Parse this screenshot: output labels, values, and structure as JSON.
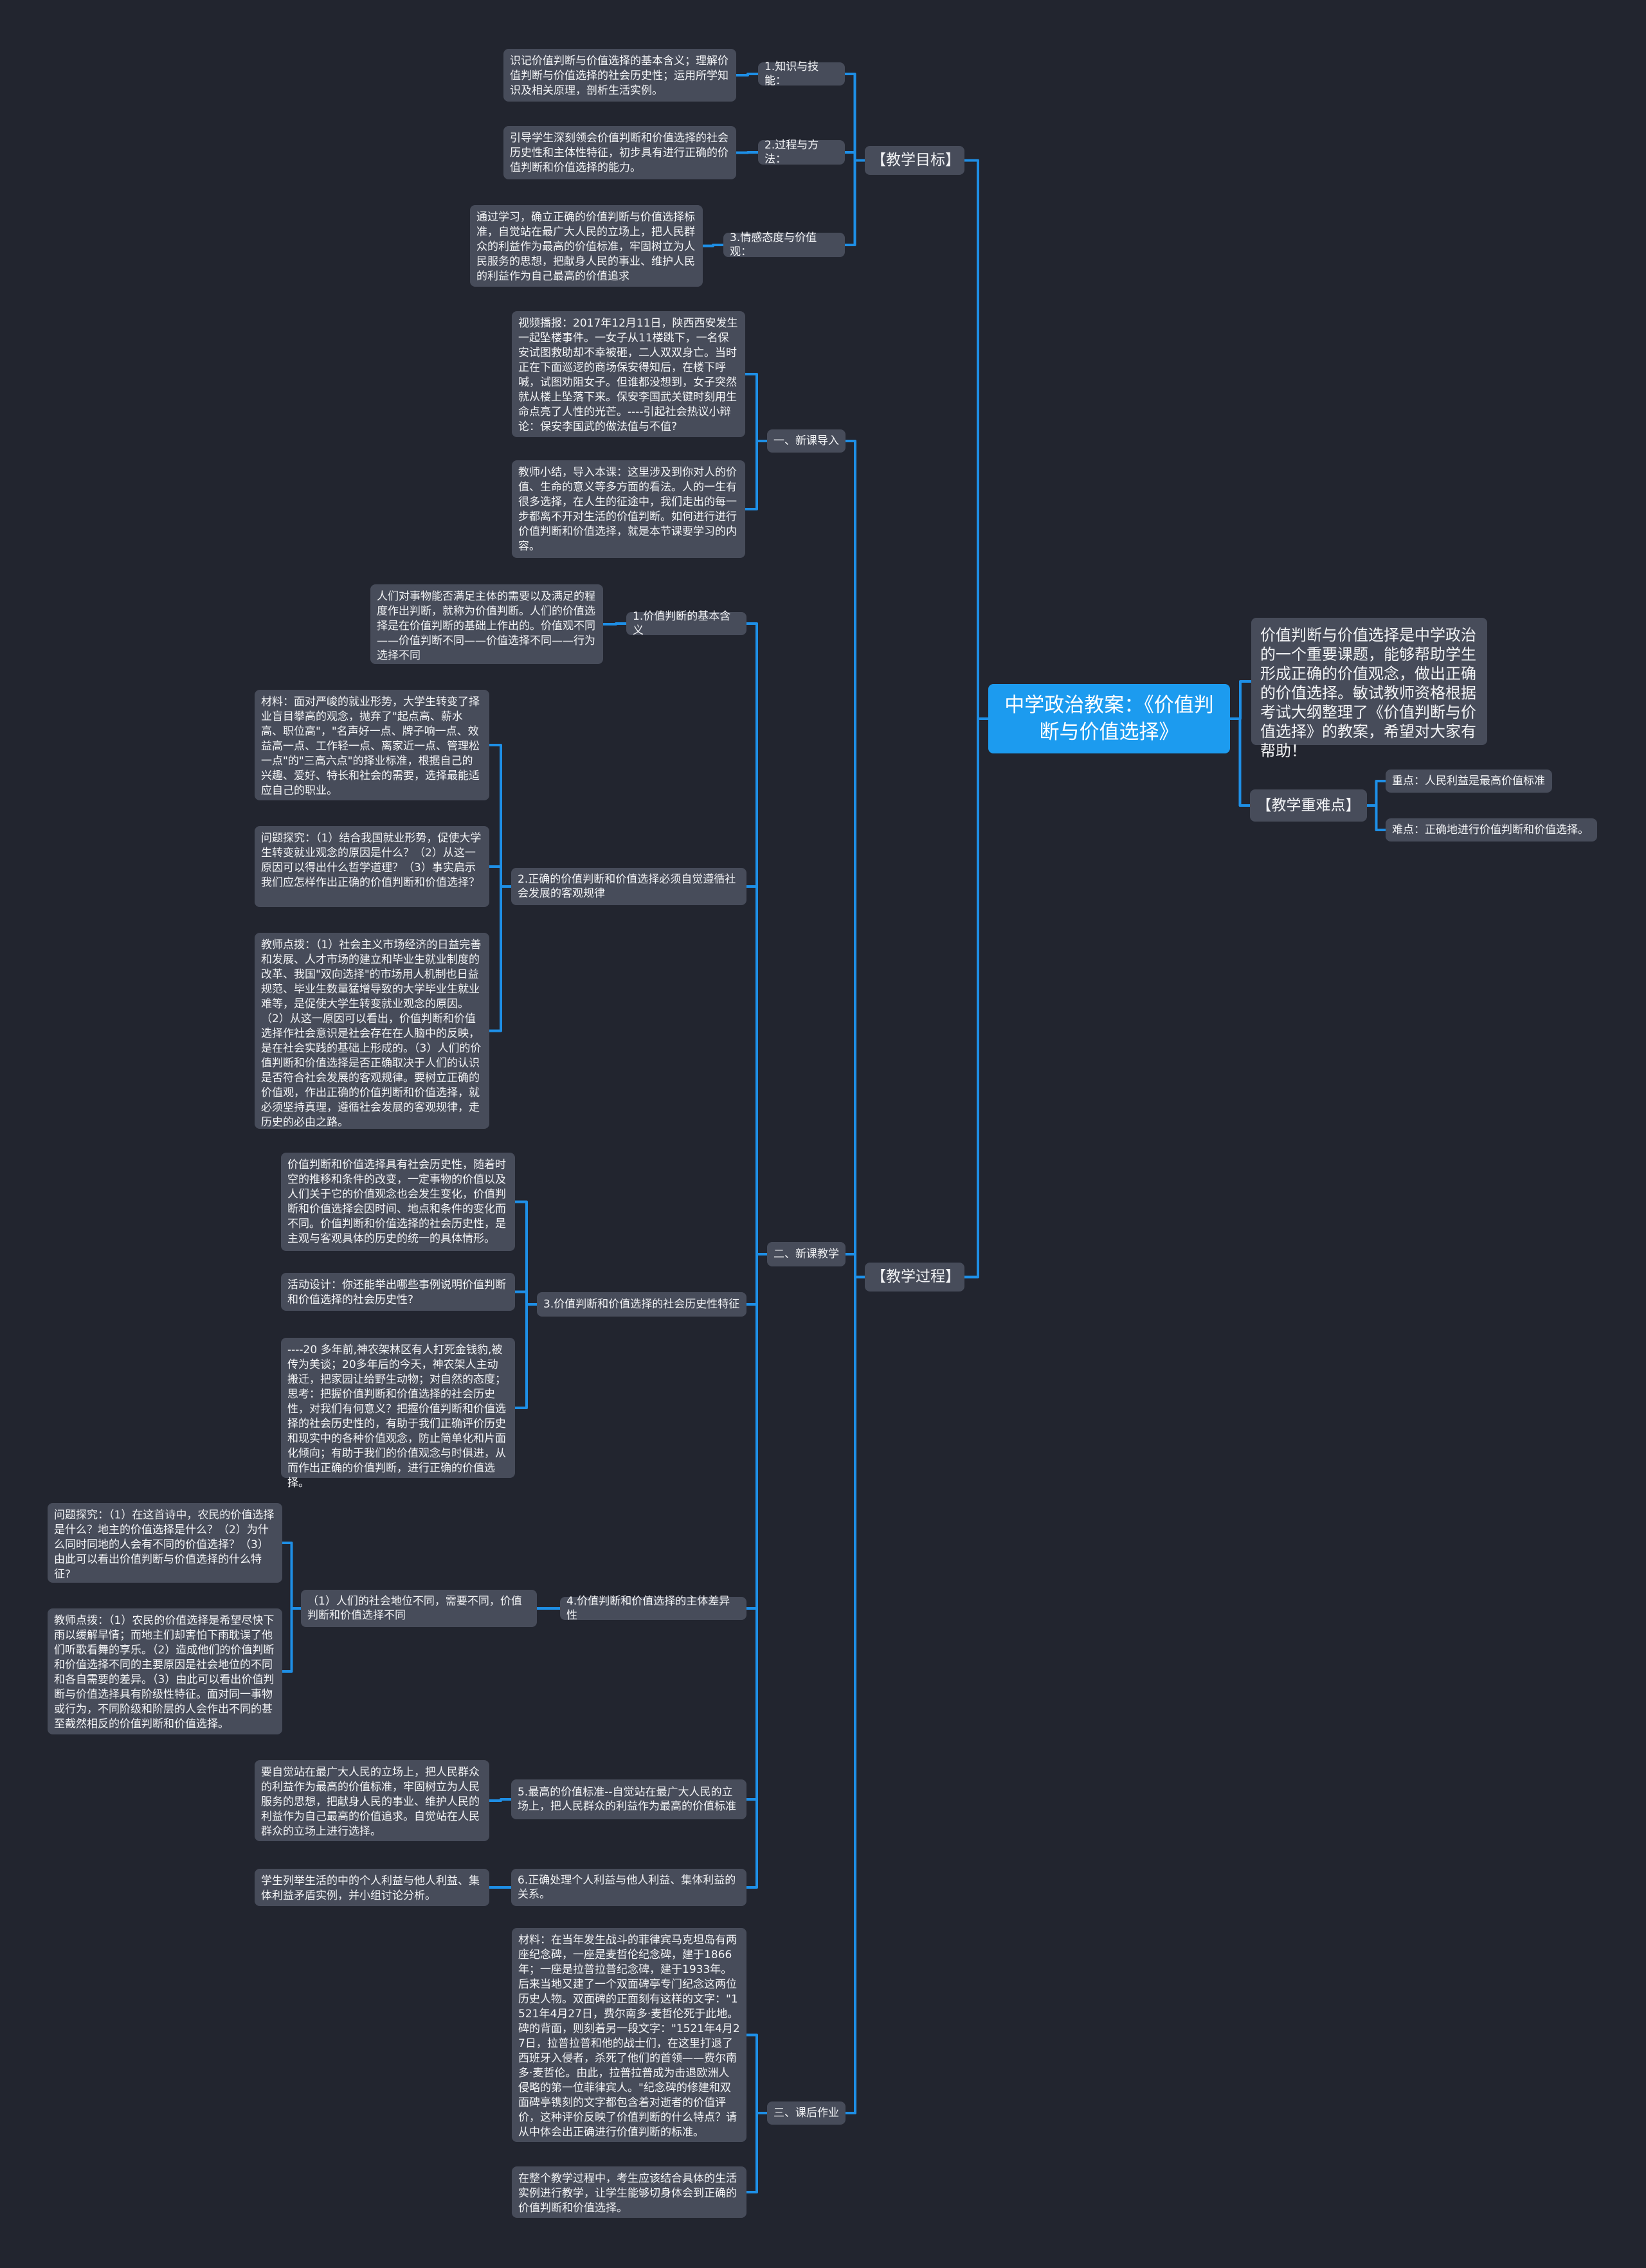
{
  "title": "中学政治教案：《价值判断与价值选择》",
  "intro": "价值判断与价值选择是中学政治的一个重要课题，能够帮助学生形成正确的价值观念，做出正确的价值选择。敏试教师资格根据考试大纲整理了《价值判断与价值选择》的教案，希望对大家有帮助！",
  "key_points": {
    "label": "【教学重难点】",
    "items": [
      "重点：人民利益是最高价值标准",
      "难点：正确地进行价值判断和价值选择。"
    ]
  },
  "objectives": {
    "label": "【教学目标】",
    "items": [
      {
        "label": "1.知识与技能：",
        "text": "识记价值判断与价值选择的基本含义；理解价值判断与价值选择的社会历史性；运用所学知识及相关原理，剖析生活实例。"
      },
      {
        "label": "2.过程与方法：",
        "text": "引导学生深刻领会价值判断和价值选择的社会历史性和主体性特征，初步具有进行正确的价值判断和价值选择的能力。"
      },
      {
        "label": "3.情感态度与价值观：",
        "text": "通过学习，确立正确的价值判断与价值选择标准，自觉站在最广大人民的立场上，把人民群众的利益作为最高的价值标准，牢固树立为人民服务的思想，把献身人民的事业、维护人民的利益作为自己最高的价值追求"
      }
    ]
  },
  "process": {
    "label": "【教学过程】",
    "intro_section": {
      "label": "一、新课导入",
      "notes": [
        "视频播报：2017年12月11日，陕西西安发生一起坠楼事件。一女子从11楼跳下，一名保安试图救助却不幸被砸，二人双双身亡。当时正在下面巡逻的商场保安得知后，在楼下呼喊，试图劝阻女子。但谁都没想到，女子突然就从楼上坠落下来。保安李国武关键时刻用生命点亮了人性的光芒。----引起社会热议小辩论：保安李国武的做法值与不值?",
        "教师小结，导入本课：这里涉及到你对人的价值、生命的意义等多方面的看法。人的一生有很多选择，在人生的征途中，我们走出的每一步都离不开对生活的价值判断。如何进行进行价值判断和价值选择，就是本节课要学习的内容。"
      ]
    },
    "teaching": {
      "label": "二、新课教学",
      "topics": [
        {
          "label": "1.价值判断的基本含义",
          "notes": [
            "人们对事物能否满足主体的需要以及满足的程度作出判断，就称为价值判断。人们的价值选择是在价值判断的基础上作出的。价值观不同——价值判断不同——价值选择不同——行为选择不同"
          ]
        },
        {
          "label": "2.正确的价值判断和价值选择必须自觉遵循社会发展的客观规律",
          "notes": [
            "材料：面对严峻的就业形势，大学生转变了择业盲目攀高的观念，抛弃了\"起点高、薪水高、职位高\"，\"名声好一点、牌子响一点、效益高一点、工作轻一点、离家近一点、管理松一点\"的\"三高六点\"的择业标准，根据自己的兴趣、爱好、特长和社会的需要，选择最能适应自己的职业。",
            "问题探究：（1）结合我国就业形势，促使大学生转变就业观念的原因是什么？（2）从这一原因可以得出什么哲学道理？（3）事实启示我们应怎样作出正确的价值判断和价值选择？",
            "教师点拨：（1）社会主义市场经济的日益完善和发展、人才市场的建立和毕业生就业制度的改革、我国\"双向选择\"的市场用人机制也日益规范、毕业生数量猛增导致的大学毕业生就业难等，是促使大学生转变就业观念的原因。（2）从这一原因可以看出，价值判断和价值选择作社会意识是社会存在在人脑中的反映，是在社会实践的基础上形成的。（3）人们的价值判断和价值选择是否正确取决于人们的认识是否符合社会发展的客观规律。要树立正确的价值观，作出正确的价值判断和价值选择，就必须坚持真理，遵循社会发展的客观规律，走历史的必由之路。"
          ]
        },
        {
          "label": "3.价值判断和价值选择的社会历史性特征",
          "notes": [
            "价值判断和价值选择具有社会历史性，随着时空的推移和条件的改变，一定事物的价值以及人们关于它的价值观念也会发生变化，价值判断和价值选择会因时间、地点和条件的变化而不同。价值判断和价值选择的社会历史性，是主观与客观具体的历史的统一的具体情形。",
            "活动设计：你还能举出哪些事例说明价值判断和价值选择的社会历史性?",
            "----20 多年前,神农架林区有人打死金钱豹,被传为美谈；20多年后的今天，神农架人主动搬迁，把家园让给野生动物；对自然的态度；思考：把握价值判断和价值选择的社会历史性，对我们有何意义？把握价值判断和价值选择的社会历史性的，有助于我们正确评价历史和现实中的各种价值观念，防止简单化和片面化倾向；有助于我们的价值观念与时俱进，从而作出正确的价值判断，进行正确的价值选择。"
          ]
        },
        {
          "label": "4.价值判断和价值选择的主体差异性",
          "sub": {
            "label": "（1）人们的社会地位不同，需要不同，价值判断和价值选择不同",
            "notes": [
              "问题探究：（1）在这首诗中，农民的价值选择是什么？地主的价值选择是什么？（2）为什么同时同地的人会有不同的价值选择？（3）由此可以看出价值判断与价值选择的什么特征?",
              "教师点拨：（1）农民的价值选择是希望尽快下雨以缓解旱情；而地主们却害怕下雨耽误了他们听歌看舞的享乐。（2）造成他们的价值判断和价值选择不同的主要原因是社会地位的不同和各自需要的差异。（3）由此可以看出价值判断与价值选择具有阶级性特征。面对同一事物或行为，不同阶级和阶层的人会作出不同的甚至截然相反的价值判断和价值选择。"
            ]
          }
        },
        {
          "label": "5.最高的价值标准--自觉站在最广大人民的立场上，把人民群众的利益作为最高的价值标准",
          "notes": [
            "要自觉站在最广大人民的立场上，把人民群众的利益作为最高的价值标准，牢固树立为人民服务的思想，把献身人民的事业、维护人民的利益作为自己最高的价值追求。自觉站在人民群众的立场上进行选择。"
          ]
        },
        {
          "label": "6.正确处理个人利益与他人利益、集体利益的关系。",
          "notes": [
            "学生列举生活的中的个人利益与他人利益、集体利益矛盾实例，并小组讨论分析。"
          ]
        }
      ]
    },
    "homework": {
      "label": "三、课后作业",
      "notes": [
        "材料：在当年发生战斗的菲律宾马克坦岛有两座纪念碑，一座是麦哲伦纪念碑，建于1866年；一座是拉普拉普纪念碑，建于1933年。后来当地又建了一个双面碑亭专门纪念这两位历史人物。双面碑的正面刻有这样的文字：\"1521年4月27日，费尔南多·麦哲伦死于此地。碑的背面，则刻着另一段文字：\"1521年4月27日，拉普拉普和他的战士们，在这里打退了西班牙入侵者，杀死了他们的首领——费尔南多·麦哲伦。由此，拉普拉普成为击退欧洲人侵略的第一位菲律宾人。\"纪念碑的修建和双面碑亭镌刻的文字都包含着对逝者的价值评价，这种评价反映了价值判断的什么特点？请从中体会出正确进行价值判断的标准。",
        "在整个教学过程中，考生应该结合具体的生活实例进行教学，让学生能够切身体会到正确的价值判断和价值选择。"
      ]
    }
  },
  "colors": {
    "background": "#22252f",
    "node": "#474c5a",
    "root": "#1c9bef",
    "link": "#1e8fe6",
    "text": "#f2f3f5"
  }
}
